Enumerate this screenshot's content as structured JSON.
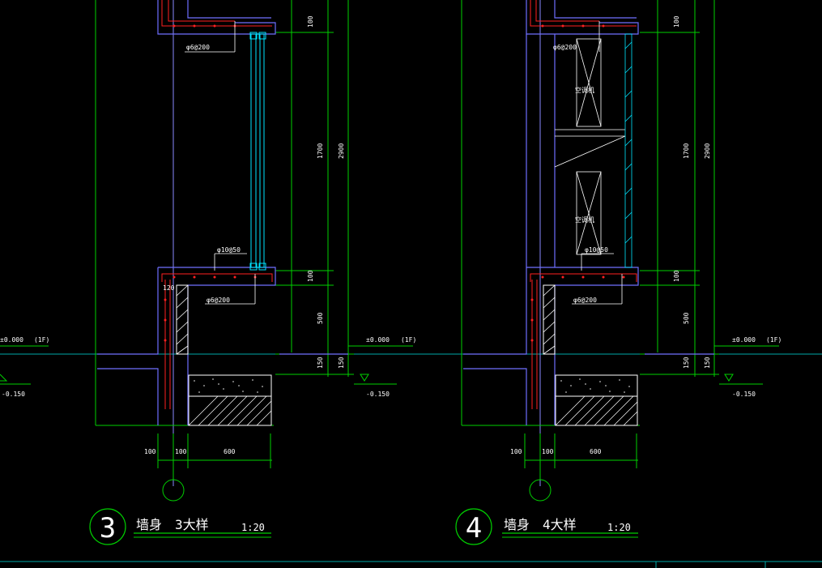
{
  "colors": {
    "background": "#000000",
    "dim": "#00d000",
    "wall": "#6f6fff",
    "rebar": "#ff2020",
    "glass": "#00e5ff",
    "text": "#ffffff",
    "ground": "#00a8a8"
  },
  "details": [
    {
      "id": "3",
      "number": "3",
      "title": "墙身　3大样",
      "scale": "1:20",
      "rebar_top": "φ6@200",
      "rebar_mid": "φ10@50",
      "rebar_bot": "φ6@200",
      "dim_120": "120",
      "dims_vertical": [
        "100",
        "1700",
        "100",
        "500",
        "150"
      ],
      "dim_overall": "2900",
      "dims_horizontal": [
        "100",
        "100",
        "600"
      ],
      "level_left": "±0.000",
      "level_left_floor": "(1F)",
      "level_right": "±0.000",
      "level_right_floor": "(1F)",
      "level_low": "-0.150",
      "level_low_left": "-0.150",
      "has_window": true
    },
    {
      "id": "4",
      "number": "4",
      "title": "墙身　4大样",
      "scale": "1:20",
      "rebar_top": "φ6@200",
      "rebar_mid": "φ10@50",
      "rebar_bot": "φ6@200",
      "dim_120": "",
      "dims_vertical": [
        "100",
        "1700",
        "100",
        "500",
        "150"
      ],
      "dim_overall": "2900",
      "dims_horizontal": [
        "100",
        "100",
        "600"
      ],
      "level_left": "",
      "level_left_floor": "",
      "level_right": "±0.000",
      "level_right_floor": "(1F)",
      "level_low": "-0.150",
      "level_low_left": "",
      "has_window": false,
      "vent_label": "空调机"
    }
  ]
}
